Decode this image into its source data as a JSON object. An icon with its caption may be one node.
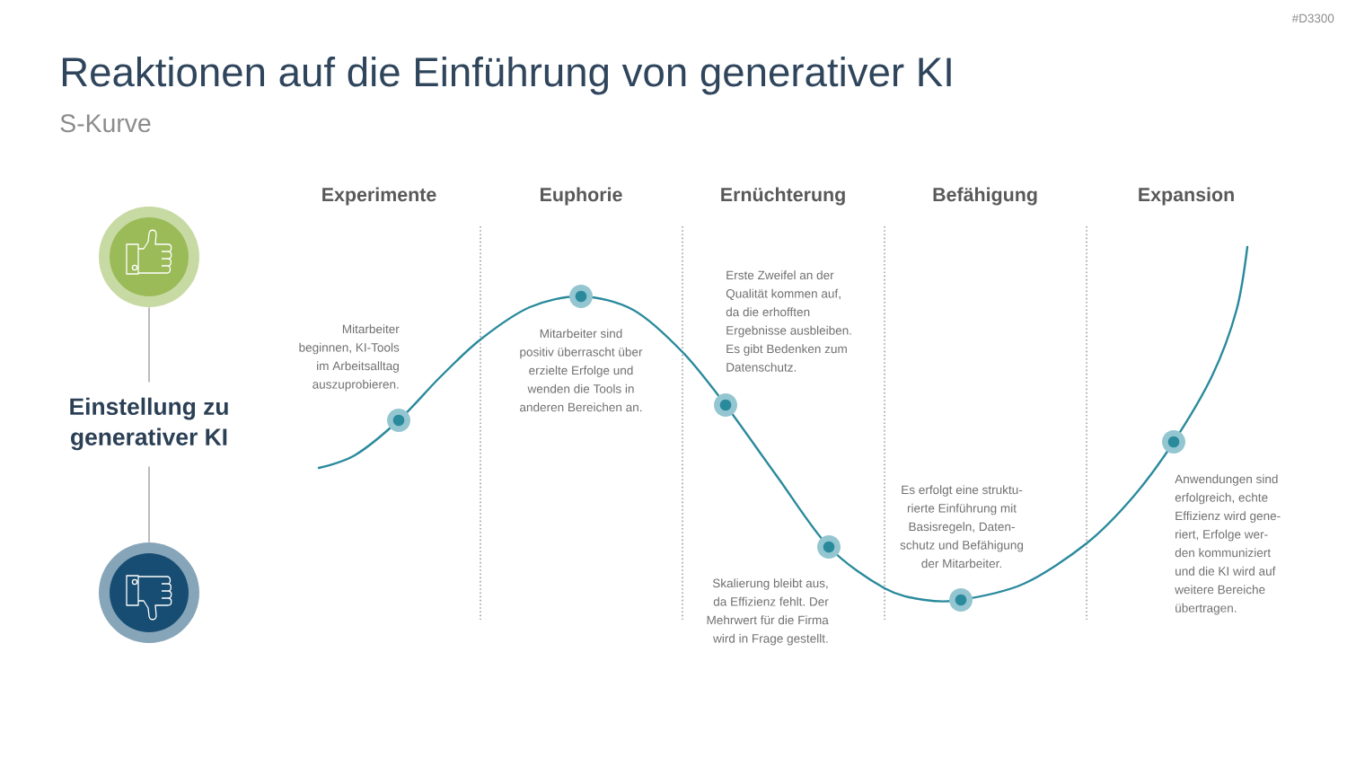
{
  "diagram": {
    "title": "Reaktionen auf die Einführung von generativer KI",
    "nodes": [
      {
        "text": [],
        "shape": "circle"
      },
      {
        "text": [
          "Einstellung zu generativer KI"
        ]
      },
      {
        "text": [],
        "shape": "circle"
      }
    ],
    "edges": [
      {
        "from": 0,
        "to": 1,
        "arrow": "none"
      },
      {
        "from": 1,
        "to": 2,
        "arrow": "none"
      }
    ],
    "labels": [
      "#D3300",
      "S-Kurve",
      "Experimente",
      "Euphorie",
      "Ernüchterung",
      "Befähigung",
      "Expansion",
      "Mitarbeiter beginnen, KI-Tools im Arbeitsalltag auszuprobieren.",
      "Mitarbeiter sind positiv überrascht über erzielte Erfolge und wenden die Tools in anderen Bereichen an.",
      "Erste Zweifel an der Qualität kommen auf, da die erhofften Ergebnisse ausbleiben. Es gibt Bedenken zum Datenschutz.",
      "Skalierung bleibt aus, da Effizienz fehlt. Der Mehrwert für die Firma wird in Frage gestellt.",
      "Es erfolgt eine struktu- rierte Einführung mit Basisregeln, Daten- schutz und Befähigung der Mitarbeiter.",
      "Anwendungen sind erfolgreich, echte Effizienz wird gene- riert, Erfolge wer- den kommuniziert und die KI wird auf weitere Bereiche übertragen."
    ]
  }
}
